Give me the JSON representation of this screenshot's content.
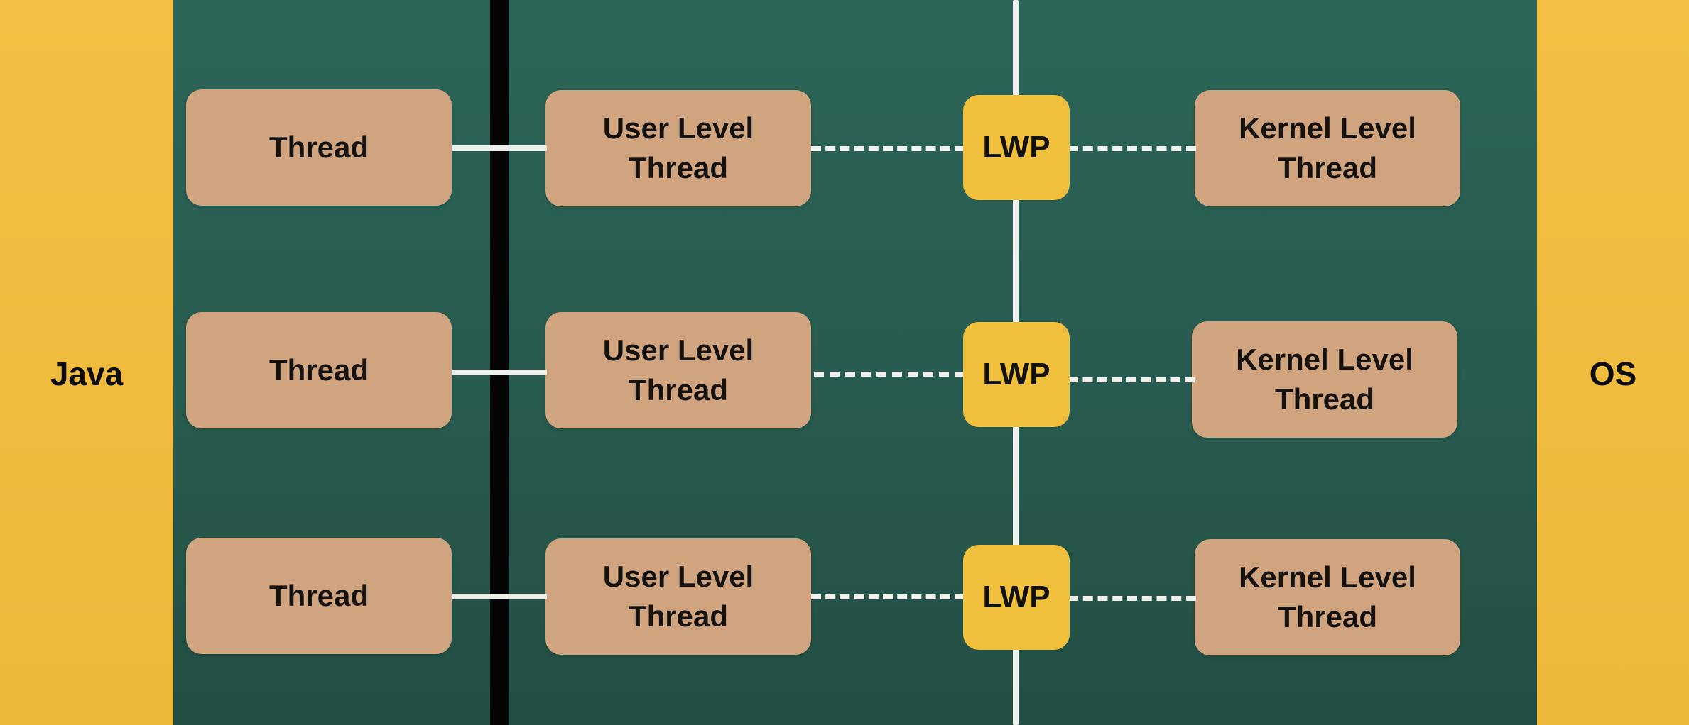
{
  "left_label": "Java",
  "right_label": "OS",
  "rows": [
    {
      "thread": "Thread",
      "user_thread": "User Level\nThread",
      "lwp": "LWP",
      "kernel_thread": "Kernel Level\nThread"
    },
    {
      "thread": "Thread",
      "user_thread": "User Level\nThread",
      "lwp": "LWP",
      "kernel_thread": "Kernel Level\nThread"
    },
    {
      "thread": "Thread",
      "user_thread": "User Level\nThread",
      "lwp": "LWP",
      "kernel_thread": "Kernel Level\nThread"
    }
  ],
  "colors": {
    "background": "#F3C043",
    "panel": "#2C6558",
    "box": "#CFA47F",
    "lwp": "#F0BF3C",
    "link": "#EDEFEA",
    "divider": "#050505"
  }
}
